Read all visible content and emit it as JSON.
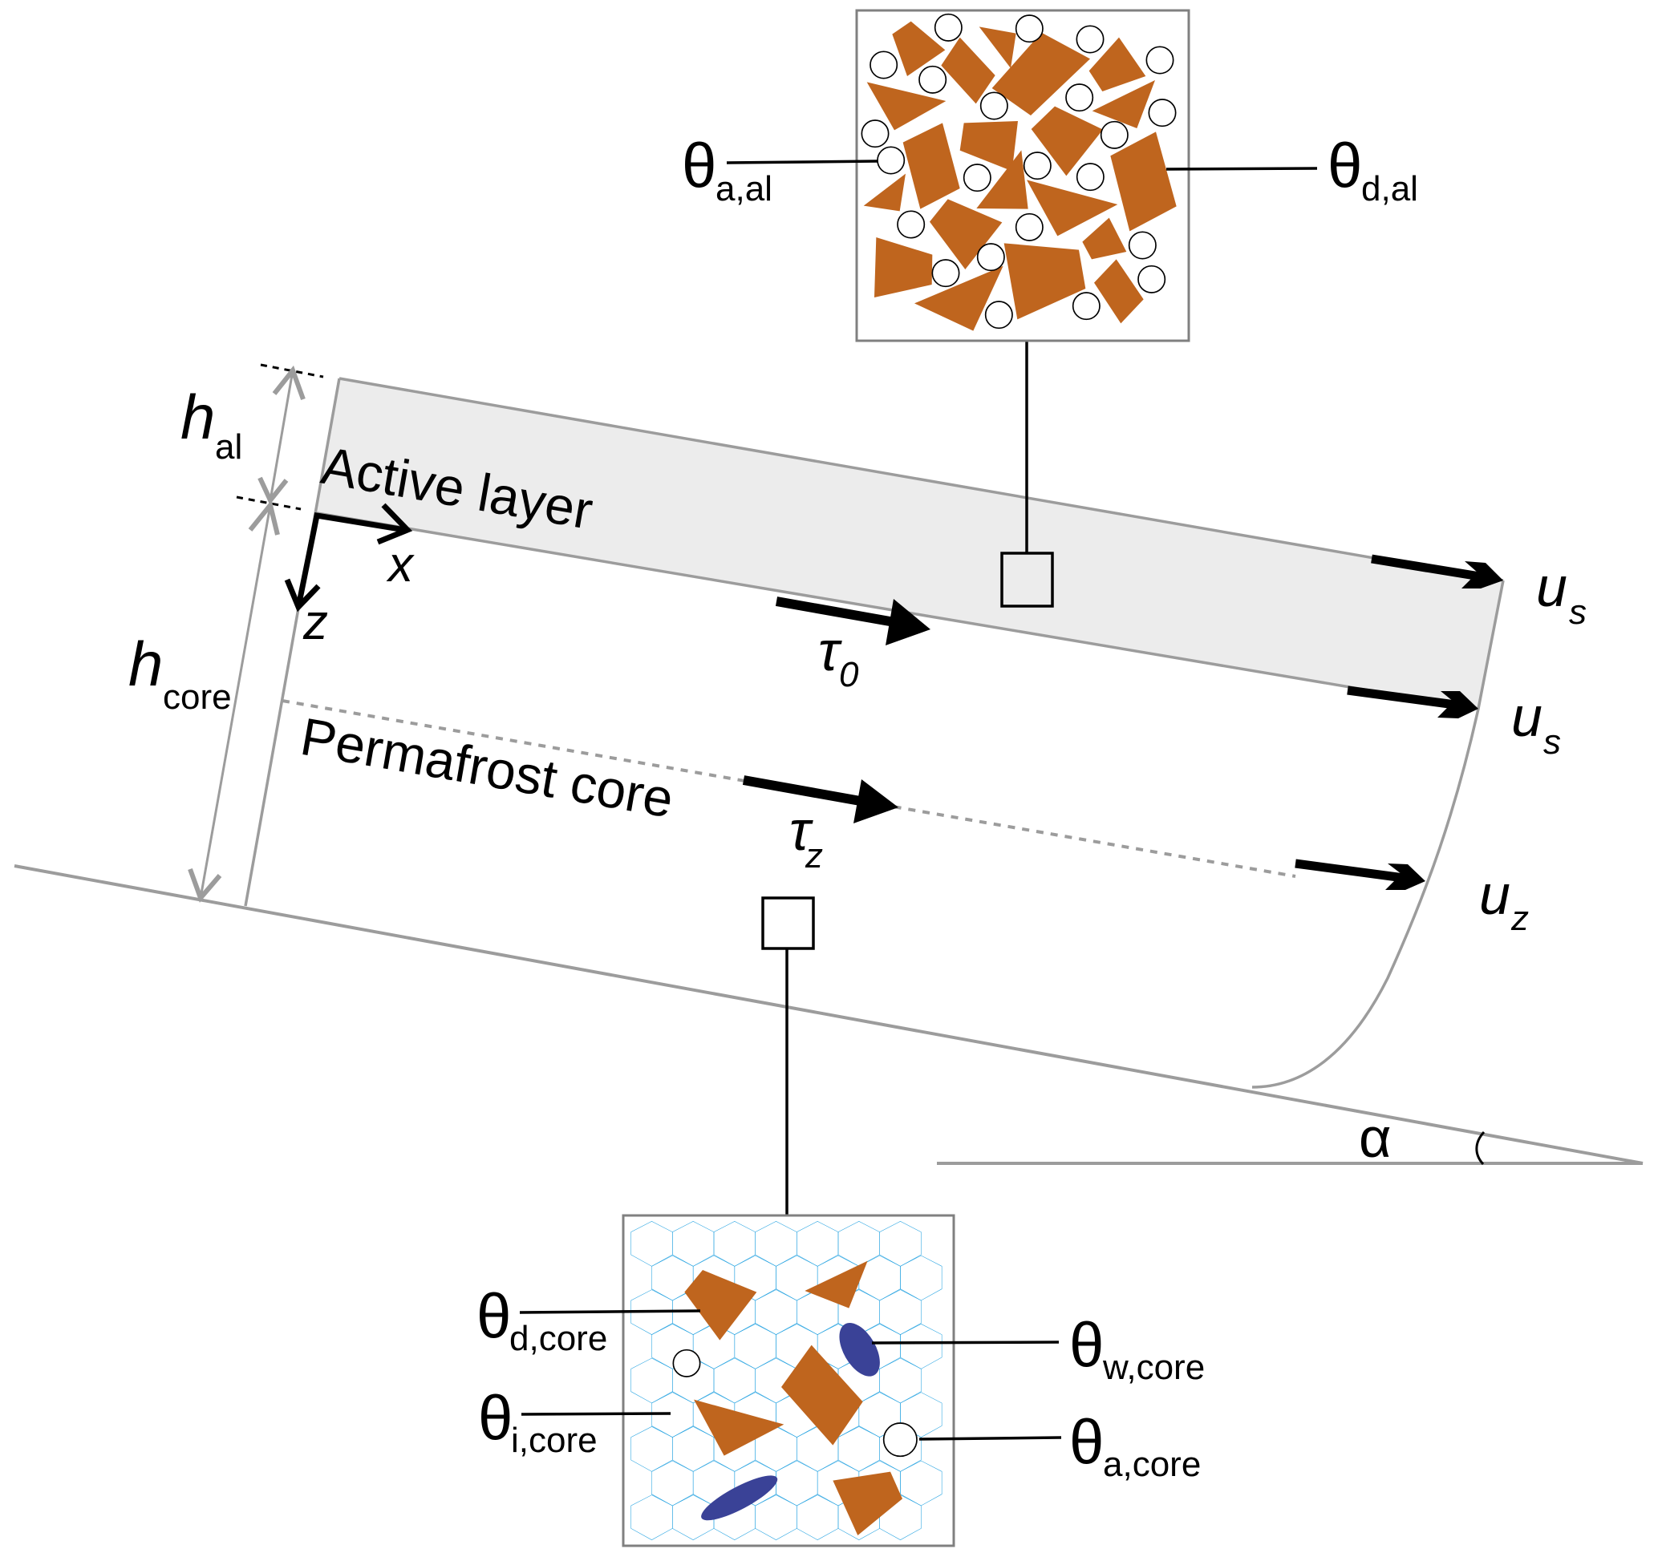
{
  "figure": {
    "title": "Rock glacier / permafrost slope model schematic",
    "colors": {
      "mineral_particle": "#bf651e",
      "water_inclusion": "#3a4297",
      "ice_matrix": "#1fa0e0",
      "active_layer_fill": "#ececec",
      "outline_gray": "#9c9c9c"
    },
    "layers": {
      "active_layer": "Active layer",
      "permafrost_core": "Permafrost core"
    },
    "axes": {
      "x": "x",
      "z": "z"
    },
    "dimensions": {
      "h_al": {
        "symbol": "h",
        "subscript": "al"
      },
      "h_core": {
        "symbol": "h",
        "subscript": "core"
      }
    },
    "stresses": {
      "tau_0": {
        "symbol": "τ",
        "subscript": "0"
      },
      "tau_z": {
        "symbol": "τ",
        "subscript": "z"
      }
    },
    "velocities": [
      {
        "symbol": "u",
        "subscript": "s"
      },
      {
        "symbol": "u",
        "subscript": "s"
      },
      {
        "symbol": "u",
        "subscript": "z"
      }
    ],
    "slope_angle": "α",
    "active_layer_inset": {
      "labels": [
        {
          "symbol": "θ",
          "subscript": "a,al",
          "meaning": "air"
        },
        {
          "symbol": "θ",
          "subscript": "d,al",
          "meaning": "debris"
        }
      ]
    },
    "core_inset": {
      "labels": [
        {
          "symbol": "θ",
          "subscript": "d,core"
        },
        {
          "symbol": "θ",
          "subscript": "i,core"
        },
        {
          "symbol": "θ",
          "subscript": "w,core"
        },
        {
          "symbol": "θ",
          "subscript": "a,core"
        }
      ]
    }
  }
}
